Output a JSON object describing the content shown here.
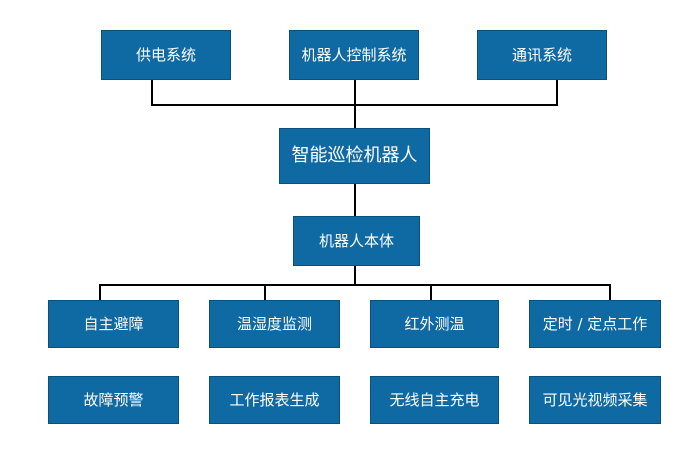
{
  "diagram": {
    "top_systems": [
      {
        "label": "供电系统"
      },
      {
        "label": "机器人控制系统"
      },
      {
        "label": "通讯系统"
      }
    ],
    "center": {
      "label": "智能巡检机器人"
    },
    "body": {
      "label": "机器人本体"
    },
    "functions_row1": [
      {
        "label": "自主避障"
      },
      {
        "label": "温湿度监测"
      },
      {
        "label": "红外测温"
      },
      {
        "label": "定时 / 定点工作"
      }
    ],
    "functions_row2": [
      {
        "label": "故障预警"
      },
      {
        "label": "工作报表生成"
      },
      {
        "label": "无线自主充电"
      },
      {
        "label": "可见光视频采集"
      }
    ],
    "colors": {
      "box_fill": "#0f69a2",
      "box_text": "#ffffff",
      "connector": "#000000"
    }
  }
}
